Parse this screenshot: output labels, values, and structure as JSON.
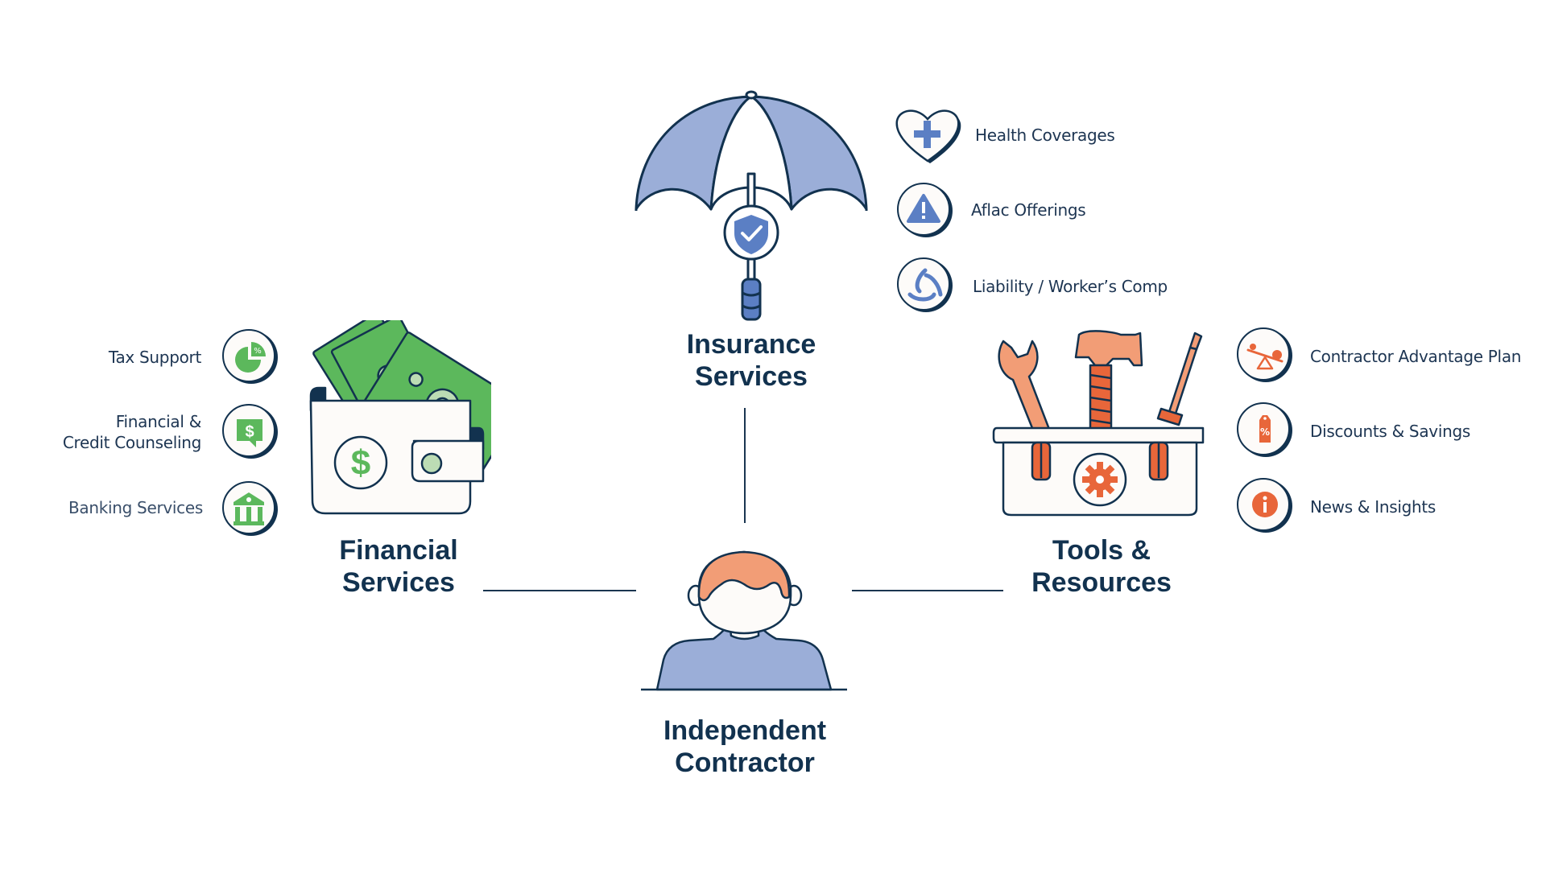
{
  "diagram": {
    "center": {
      "title_line1": "Independent",
      "title_line2": "Contractor"
    },
    "insurance": {
      "title_line1": "Insurance",
      "title_line2": "Services",
      "items": [
        {
          "label": "Health Coverages",
          "icon": "heart-plus-icon"
        },
        {
          "label": "Aflac Offerings",
          "icon": "warning-triangle-icon"
        },
        {
          "label": "Liability / Worker’s Comp",
          "icon": "trefoil-icon"
        }
      ]
    },
    "financial": {
      "title_line1": "Financial",
      "title_line2": "Services",
      "items": [
        {
          "label": "Tax Support",
          "icon": "pie-percent-icon"
        },
        {
          "label_line1": "Financial &",
          "label_line2": "Credit Counseling",
          "icon": "dollar-chat-icon"
        },
        {
          "label": "Banking Services",
          "icon": "bank-icon"
        }
      ]
    },
    "tools": {
      "title_line1": "Tools &",
      "title_line2": "Resources",
      "items": [
        {
          "label": "Contractor Advantage Plan",
          "icon": "seesaw-icon"
        },
        {
          "label": "Discounts & Savings",
          "icon": "price-tag-icon"
        },
        {
          "label": "News & Insights",
          "icon": "info-icon"
        }
      ]
    }
  },
  "colors": {
    "navy": "#12324f",
    "blue": "#9baed8",
    "blue_dark": "#5b7fc4",
    "green": "#5cb85c",
    "green_light": "#bcdcb4",
    "orange": "#f29d76",
    "orange_dark": "#e8663a"
  }
}
